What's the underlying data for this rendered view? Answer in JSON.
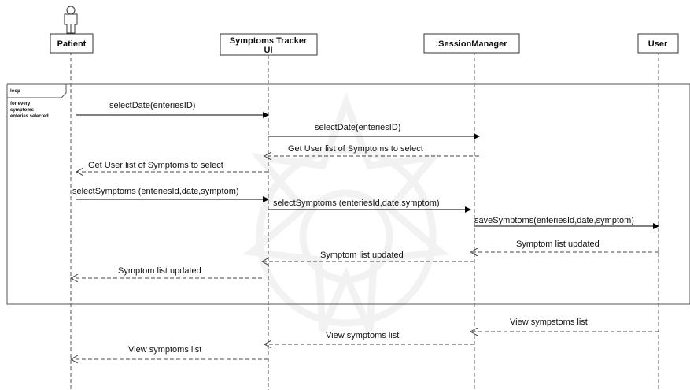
{
  "participants": [
    {
      "id": "patient",
      "label": "Patient"
    },
    {
      "id": "ui",
      "label_line1": "Symptoms  Tracker",
      "label_line2": "UI"
    },
    {
      "id": "session",
      "label": ":SessionManager"
    },
    {
      "id": "user",
      "label": "User"
    }
  ],
  "loop": {
    "tag": "loop",
    "guard_lines": [
      "for every",
      "symptoms",
      "enteries selected"
    ]
  },
  "messages": [
    {
      "id": "m1",
      "from": "patient",
      "to": "ui",
      "type": "sync",
      "text": "selectDate(enteriesID)"
    },
    {
      "id": "m2",
      "from": "ui",
      "to": "session",
      "type": "sync",
      "text": "selectDate(enteriesID)"
    },
    {
      "id": "m3",
      "from": "session",
      "to": "ui",
      "type": "return",
      "text": "Get User list of Symptoms to select"
    },
    {
      "id": "m4",
      "from": "ui",
      "to": "patient",
      "type": "return",
      "text": "Get User list of Symptoms to select"
    },
    {
      "id": "m5",
      "from": "patient",
      "to": "ui",
      "type": "sync",
      "text": "selectSymptoms (enteriesId,date,symptom)"
    },
    {
      "id": "m6",
      "from": "ui",
      "to": "session",
      "type": "sync",
      "text": "selectSymptoms (enteriesId,date,symptom)"
    },
    {
      "id": "m7",
      "from": "session",
      "to": "user",
      "type": "sync",
      "text": "saveSymptoms(enteriesId,date,symptom)"
    },
    {
      "id": "m8",
      "from": "user",
      "to": "session",
      "type": "return",
      "text": "Symptom list updated"
    },
    {
      "id": "m9",
      "from": "session",
      "to": "ui",
      "type": "return",
      "text": "Symptom list updated"
    },
    {
      "id": "m10",
      "from": "ui",
      "to": "patient",
      "type": "return",
      "text": "Symptom list updated"
    },
    {
      "id": "m11",
      "from": "user",
      "to": "session",
      "type": "return",
      "text": "View sympstoms list"
    },
    {
      "id": "m12",
      "from": "session",
      "to": "ui",
      "type": "return",
      "text": "View symptoms list"
    },
    {
      "id": "m13",
      "from": "ui",
      "to": "patient",
      "type": "return",
      "text": "View symptoms list"
    }
  ]
}
